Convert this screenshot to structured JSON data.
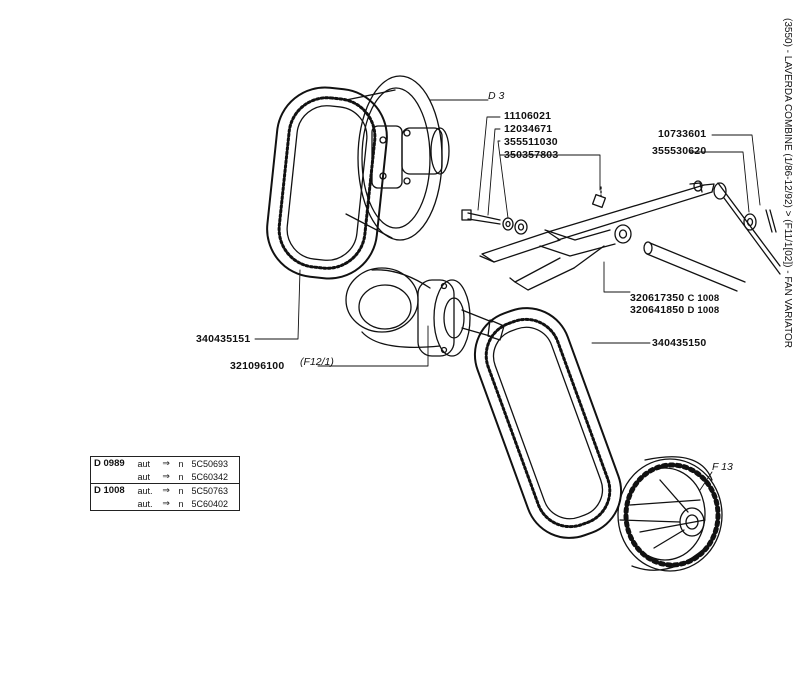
{
  "side_title": "(3550) - LAVERDA COMBINE (1/86-12/92) > (F11/1[02]) - FAN VARIATOR",
  "part_numbers": {
    "p1": "11106021",
    "p2": "12034671",
    "p3": "355511030",
    "p4": "350357803",
    "p5": "10733601",
    "p6": "355530620",
    "p7": "320617350",
    "p7_suffix": "C 1008",
    "p8": "320641850",
    "p8_suffix": "D 1008",
    "p9": "340435151",
    "p10": "340435150",
    "p11": "321096100"
  },
  "references": {
    "d3": "D 3",
    "f13": "F 13",
    "f12_1": "(F12/1)"
  },
  "serial_table": {
    "rows": [
      {
        "model": "D 0989",
        "aut": "aut",
        "arrow": "⇒",
        "n": "n",
        "serial": "5C50693"
      },
      {
        "model": "",
        "aut": "aut",
        "arrow": "⇒",
        "n": "n",
        "serial": "5C60342"
      },
      {
        "model": "D 1008",
        "aut": "aut.",
        "arrow": "⇒",
        "n": "n",
        "serial": "5C50763"
      },
      {
        "model": "",
        "aut": "aut.",
        "arrow": "⇒",
        "n": "n",
        "serial": "5C60402"
      }
    ]
  }
}
